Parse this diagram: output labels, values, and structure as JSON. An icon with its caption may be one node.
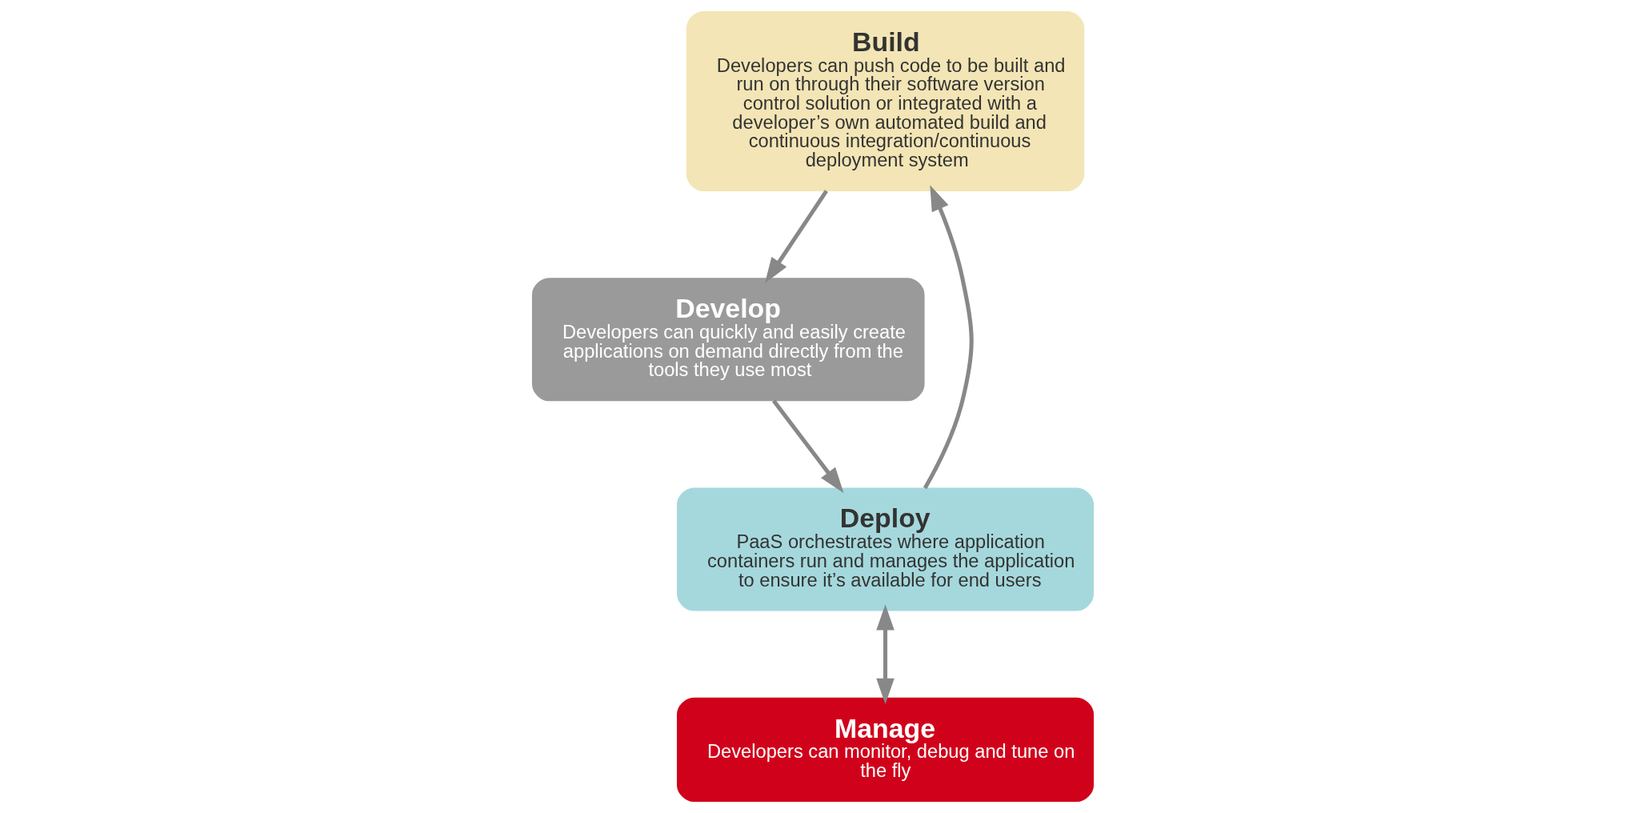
{
  "diagram": {
    "nodes": [
      {
        "text": [
          "Build",
          "Developers can push code to be built and run on through their software version control solution or integrated with a developer’s own automated build and continuous integration/continuous deployment system"
        ]
      },
      {
        "text": [
          "Develop",
          "Developers can quickly and easily create applications on demand directly from the tools they use most"
        ]
      },
      {
        "text": [
          "Manage",
          "Developers can monitor, debug and tune on the fly"
        ]
      },
      {
        "text": [
          "Deploy",
          "PaaS orchestrates where application containers run and manages the application to ensure it’s available for end users"
        ]
      }
    ],
    "edges": [
      {
        "from": 0,
        "to": 1,
        "arrow": "to"
      },
      {
        "from": 1,
        "to": 3,
        "arrow": "to"
      },
      {
        "from": 3,
        "to": 0,
        "arrow": "to"
      },
      {
        "from": 3,
        "to": 2,
        "arrow": "both"
      }
    ]
  }
}
